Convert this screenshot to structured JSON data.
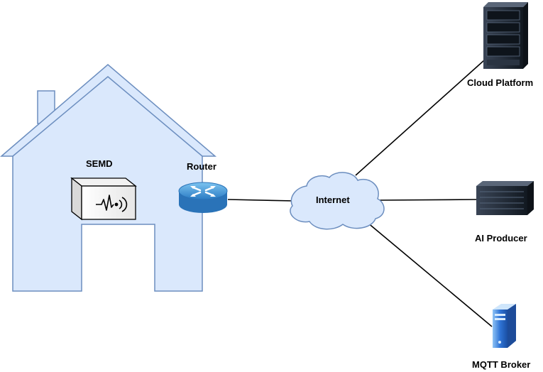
{
  "diagram": {
    "labels": {
      "semd": "SEMD",
      "router": "Router",
      "internet": "Internet",
      "cloud_platform": "Cloud Platform",
      "ai_producer": "AI Producer",
      "mqtt_broker": "MQTT Broker"
    },
    "colors": {
      "house_fill": "#dae8fc",
      "house_stroke": "#6c8ebf",
      "router": "#4a9ad6",
      "server_dark": "#1e2530",
      "broker_blue": "#2f6fd0",
      "line": "#000000"
    },
    "icons": {
      "house": "house-icon",
      "semd": "semd-device-icon",
      "router": "router-icon",
      "internet": "cloud-icon",
      "cloud_platform": "server-rack-icon",
      "ai_producer": "rack-server-icon",
      "mqtt_broker": "tower-server-icon"
    }
  }
}
